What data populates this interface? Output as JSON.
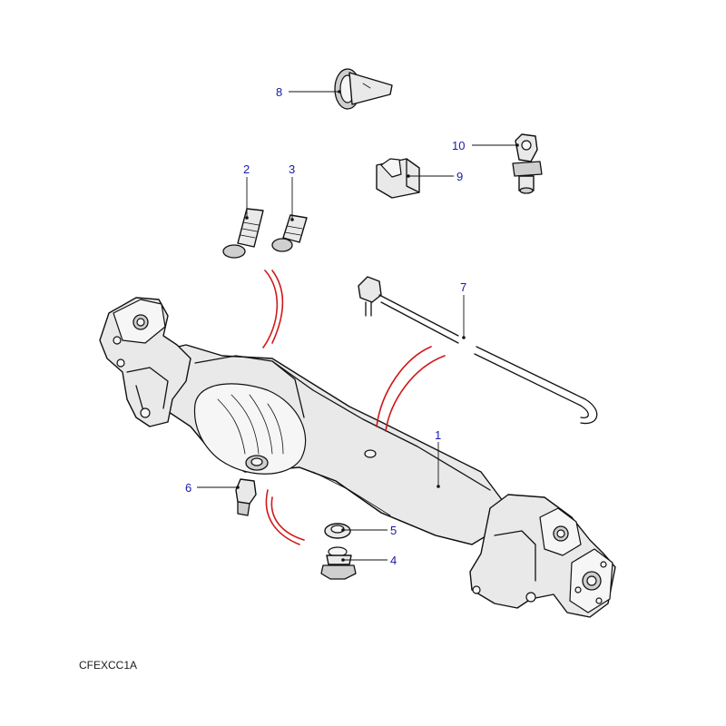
{
  "diagram": {
    "callouts": [
      {
        "id": "1",
        "label": "1"
      },
      {
        "id": "2",
        "label": "2"
      },
      {
        "id": "3",
        "label": "3"
      },
      {
        "id": "4",
        "label": "4"
      },
      {
        "id": "5",
        "label": "5"
      },
      {
        "id": "6",
        "label": "6"
      },
      {
        "id": "7",
        "label": "7"
      },
      {
        "id": "8",
        "label": "8"
      },
      {
        "id": "9",
        "label": "9"
      },
      {
        "id": "10",
        "label": "10"
      }
    ],
    "reference_code": "CFEXCC1A",
    "colors": {
      "callout_text": "#1a1aa8",
      "connector_arcs": "#d01818",
      "line_art": "#111111",
      "background": "#ffffff"
    }
  }
}
